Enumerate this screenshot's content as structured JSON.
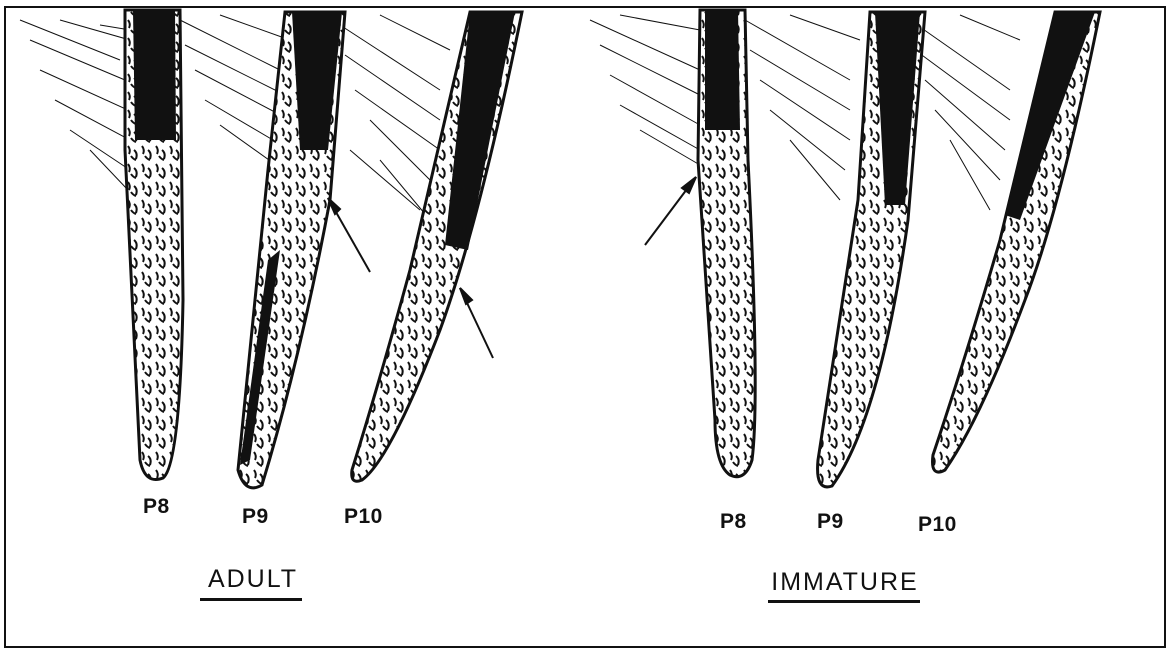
{
  "panels": [
    {
      "group": "ADULT",
      "feathers": [
        "P8",
        "P9",
        "P10"
      ]
    },
    {
      "group": "IMMATURE",
      "feathers": [
        "P8",
        "P9",
        "P10"
      ]
    }
  ],
  "colors": {
    "ink": "#111111",
    "paper": "#ffffff"
  }
}
